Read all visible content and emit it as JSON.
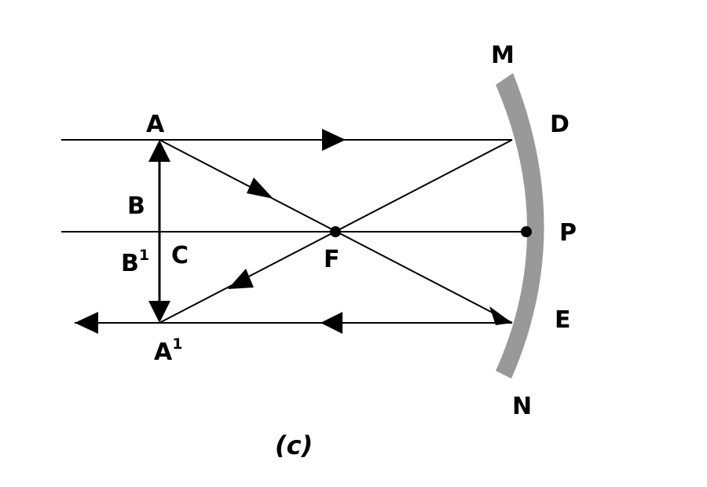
{
  "labels": {
    "A": "A",
    "B": "B",
    "B1_base": "B",
    "B1_sup": "1",
    "C": "C",
    "F": "F",
    "A1_base": "A",
    "A1_sup": "1",
    "M": "M",
    "D": "D",
    "P": "P",
    "E": "E",
    "N": "N"
  },
  "caption": "(c)",
  "colors": {
    "mirror": "#999999",
    "ink": "#000000"
  }
}
